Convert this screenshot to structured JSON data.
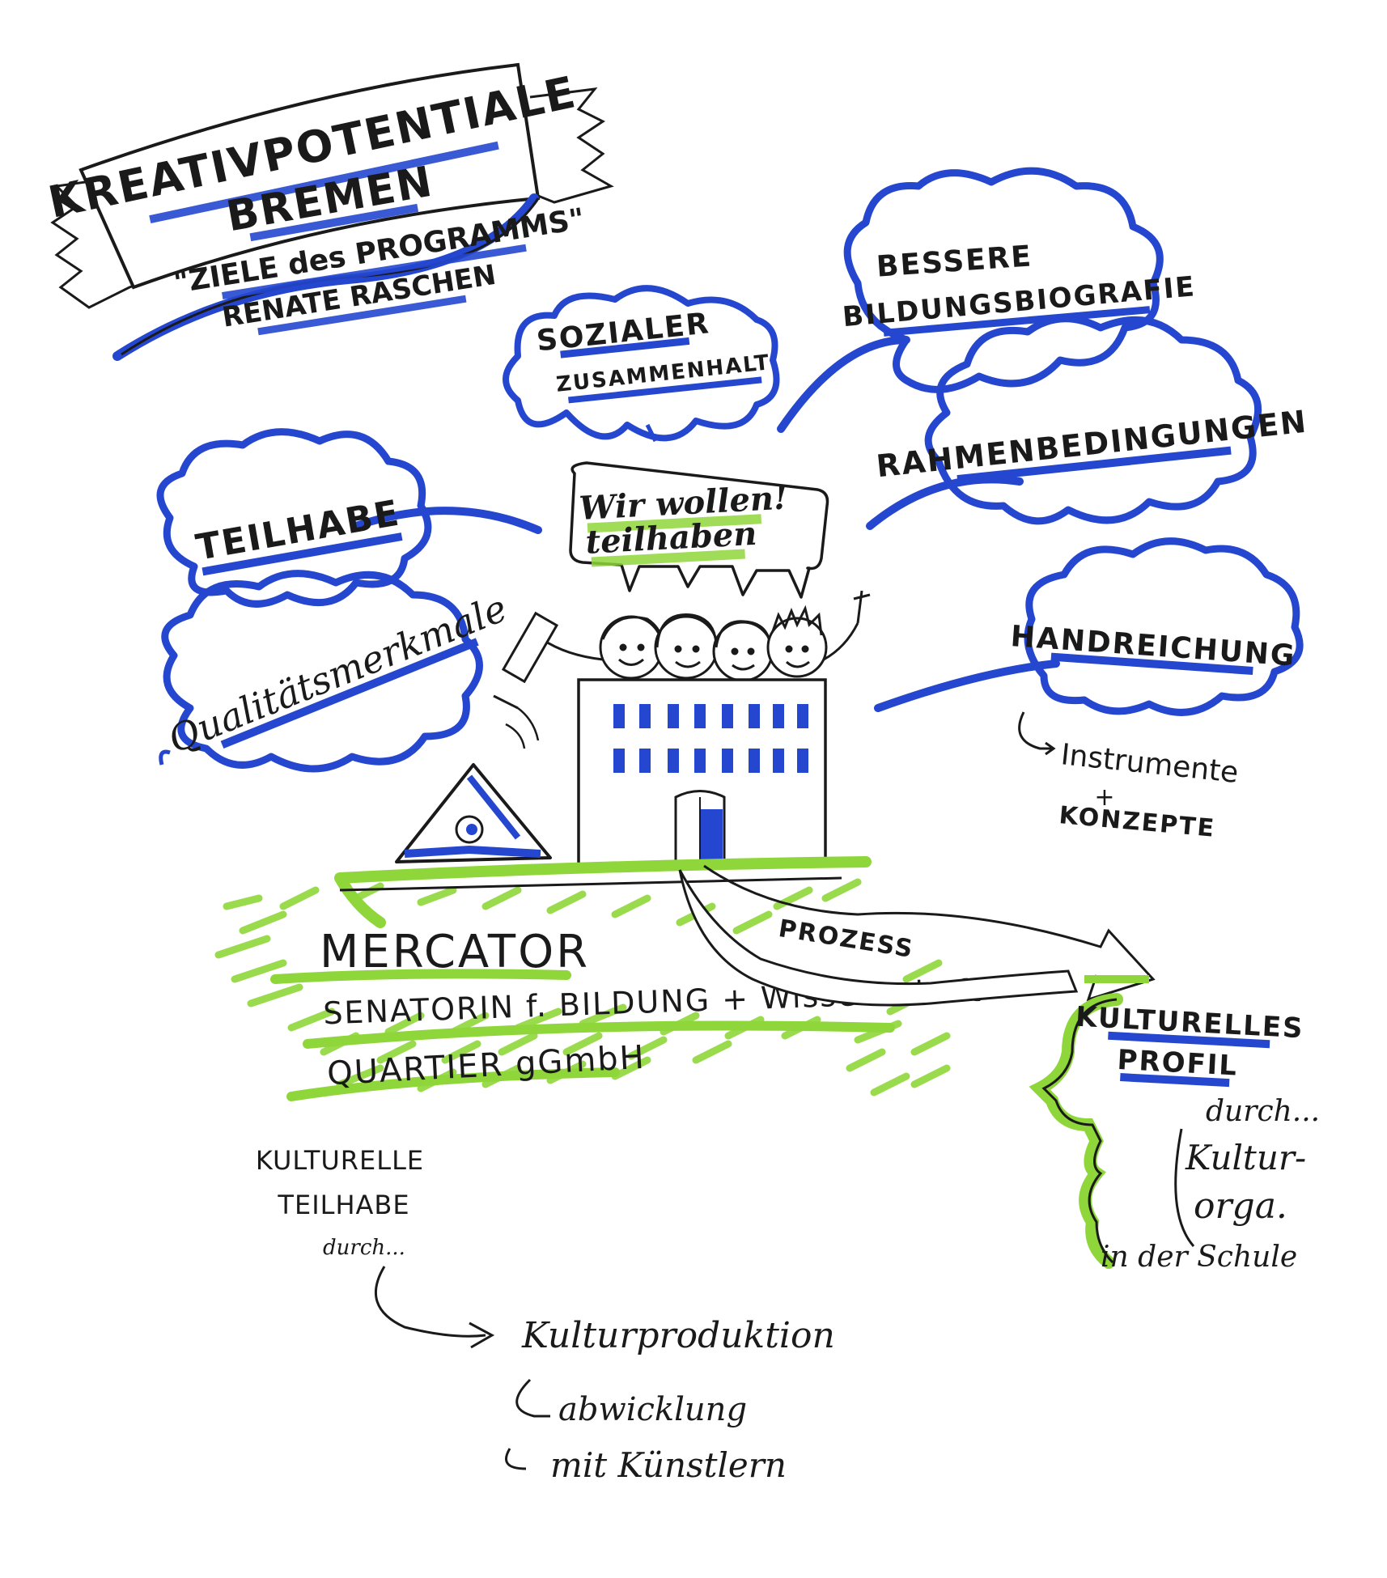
{
  "banner": {
    "title_line1": "KREATIVPOTENTIALE",
    "title_line2": "BREMEN",
    "subtitle_line1": "\"ZIELE des PROGRAMMS\"",
    "subtitle_line2": "RENATE RASCHEN"
  },
  "clouds": {
    "sozialer_line1": "SOZIALER",
    "sozialer_line2": "ZUSAMMENHALT",
    "bildung_line1": "BESSERE",
    "bildung_line2": "BILDUNGSBIOGRAFIE",
    "rahmen": "RAHMENBEDINGUNGEN",
    "teilhabe": "TEILHABE",
    "qualitaet": "Qualitätsmerkmale",
    "handreichung": "HANDREICHUNG"
  },
  "speech_bubble": {
    "line1": "Wir wollen!",
    "line2": "teilhaben"
  },
  "handreichung_note": {
    "line1": "Instrumente",
    "plus": "+",
    "line2": "KONZEPTE"
  },
  "partners": {
    "mercator": "MERCATOR",
    "senatorin": "SENATORIN f. BILDUNG + Wissenschaft",
    "quartier": "QUARTIER gGmbH"
  },
  "process": {
    "label": "PROZESS"
  },
  "profile": {
    "line1": "KULTURELLES",
    "line2": "PROFIL",
    "durch": "durch...",
    "kultur": "Kultur-",
    "orga": "orga.",
    "schule": "in der Schule"
  },
  "teilhabe_bottom": {
    "line1": "KULTURELLE",
    "line2": "TEILHABE",
    "durch": "durch..."
  },
  "kulturproduktion": {
    "title": "Kulturproduktion",
    "item1": "abwicklung",
    "item2": "mit Künstlern"
  },
  "colors": {
    "blue": "#2547d0",
    "green": "#8fd63a",
    "ink": "#1a1a1a"
  }
}
